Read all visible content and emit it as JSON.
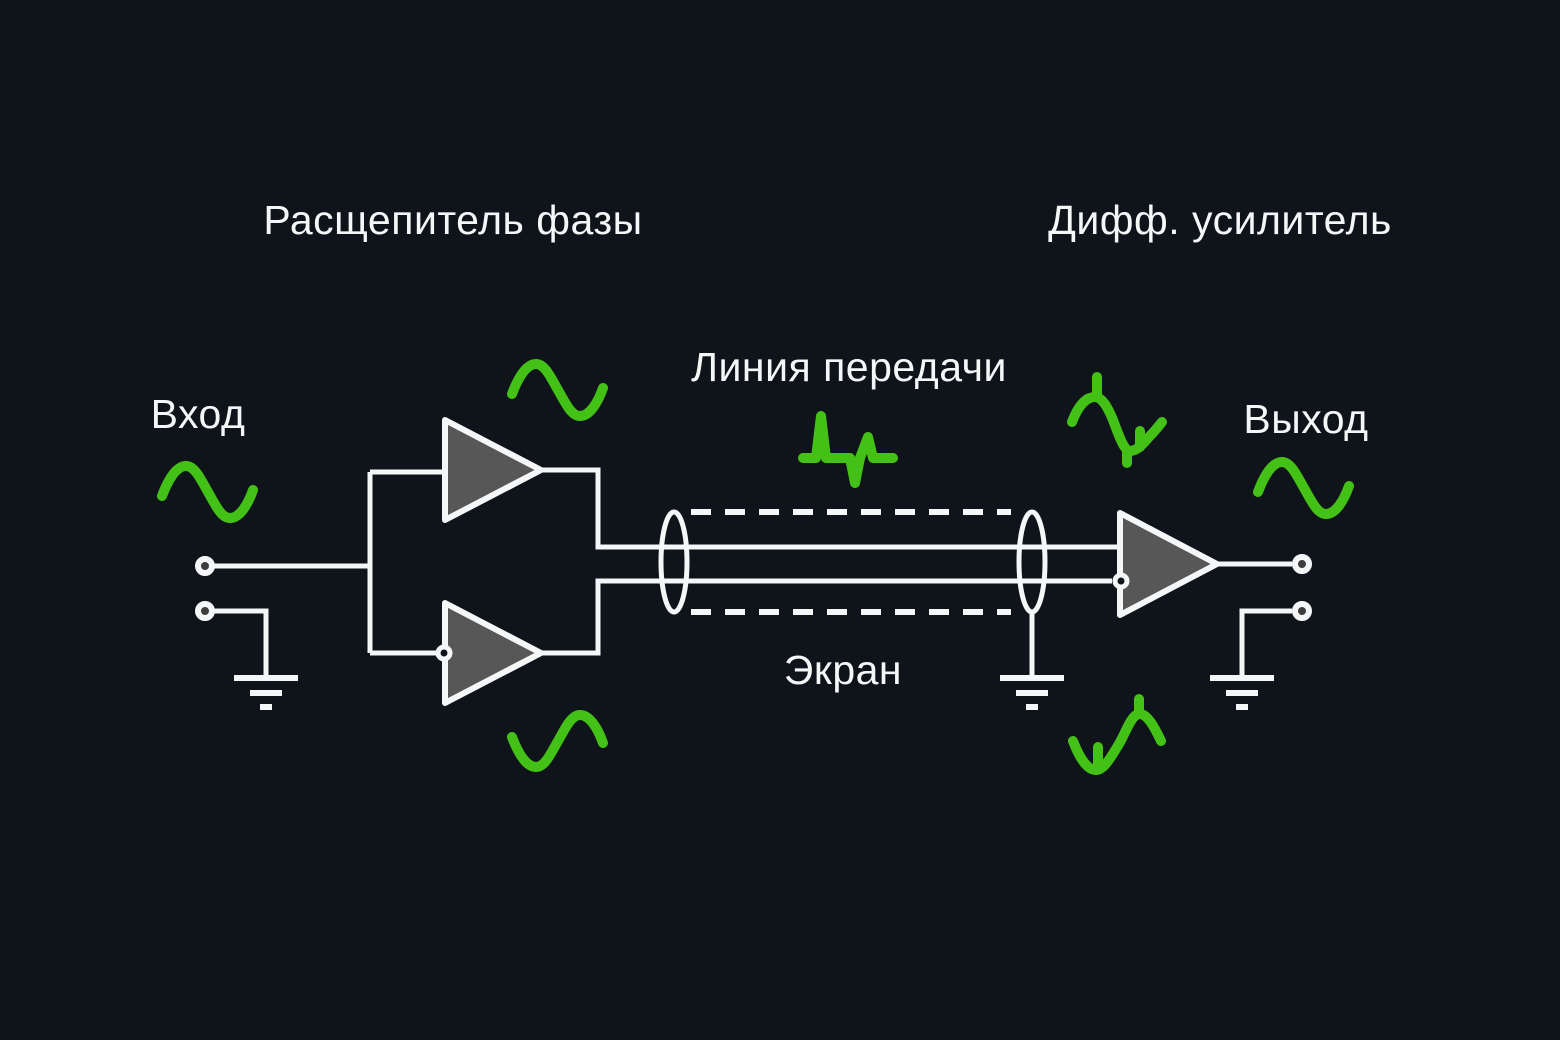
{
  "labels": {
    "input": "Вход",
    "phase_splitter": "Расщепитель фазы",
    "transmission_line": "Линия передачи",
    "diff_amplifier": "Дифф. усилитель",
    "output": "Выход",
    "shield": "Экран"
  },
  "colors": {
    "background": "#0f141a",
    "line": "#f5f6f7",
    "accent-green": "#44c117",
    "amp-fill": "#575757",
    "terminal-fill": "#3d3d3d"
  },
  "icons": {
    "input_wave": "sine-wave-icon",
    "splitter_top_wave": "sine-wave-icon",
    "splitter_bottom_wave": "inverted-sine-wave-icon",
    "line_noise_wave": "impulse-noise-icon",
    "amp_top_wave": "noisy-sine-wave-icon",
    "amp_bottom_wave": "noisy-inverted-sine-wave-icon",
    "output_wave": "sine-wave-icon"
  }
}
